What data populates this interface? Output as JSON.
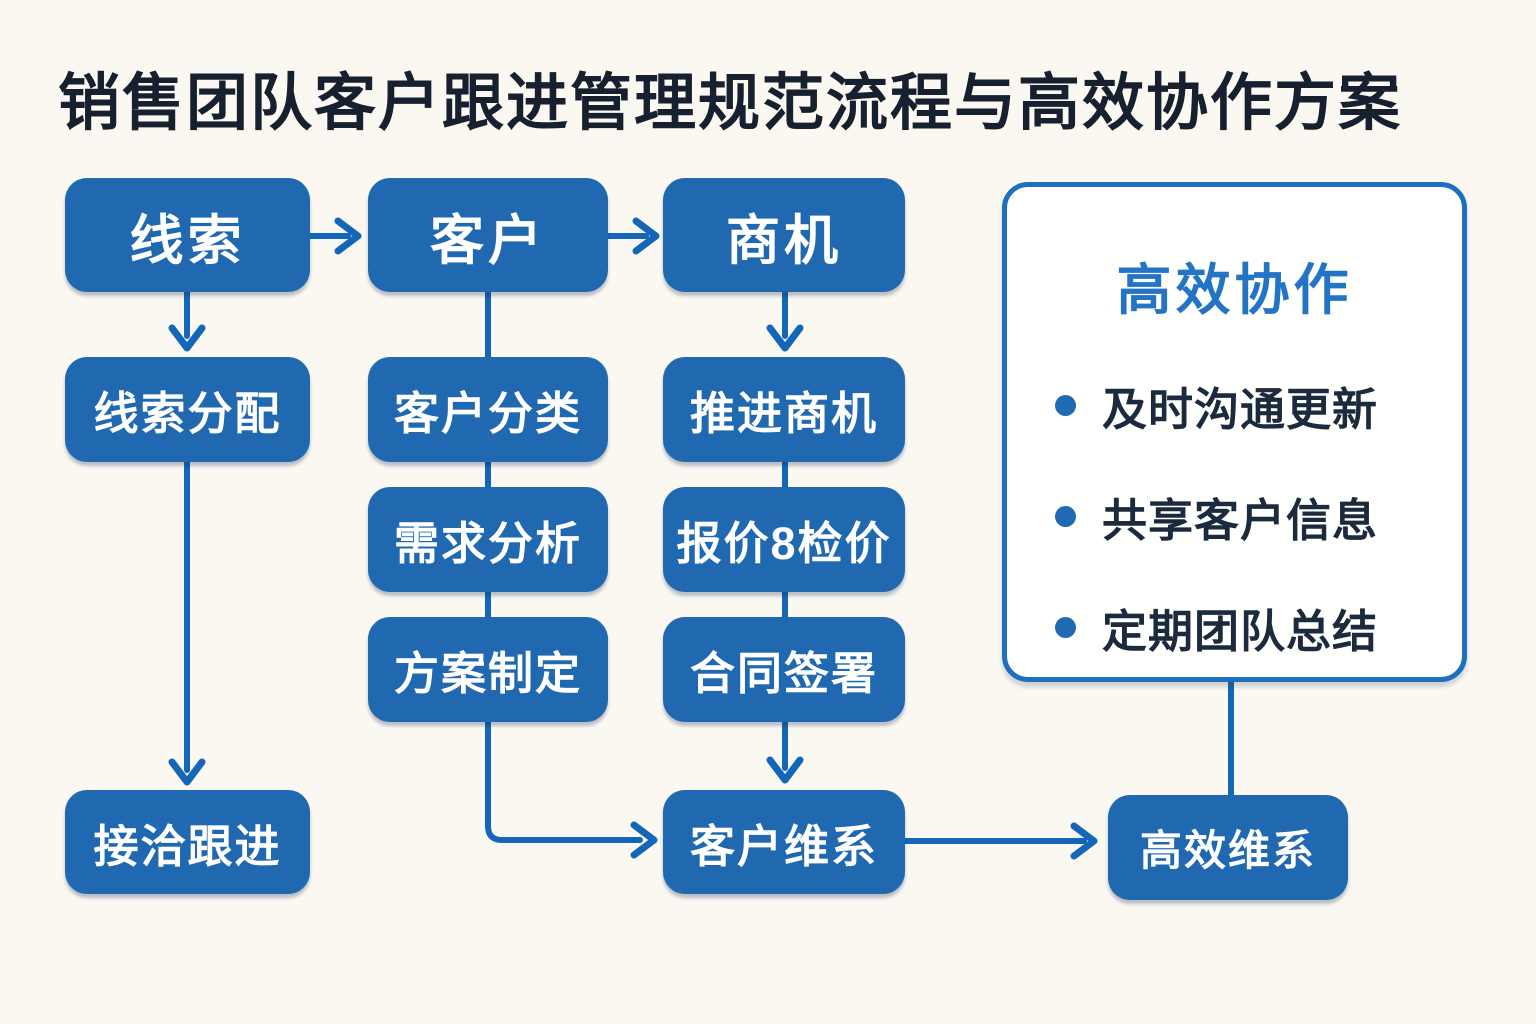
{
  "title": "销售团队客户跟进管理规范流程与高效协作方案",
  "nodes": {
    "lead": {
      "label": "线索"
    },
    "customer": {
      "label": "客户"
    },
    "opportunity": {
      "label": "商机"
    },
    "lead_assignment": {
      "label": "线索分配"
    },
    "customer_classification": {
      "label": "客户分类"
    },
    "opportunity_advance": {
      "label": "推进商机"
    },
    "demand_analysis": {
      "label": "需求分析"
    },
    "quotation_pricing": {
      "label": "报价8检价"
    },
    "plan_formulation": {
      "label": "方案制定"
    },
    "contract_signing": {
      "label": "合同签署"
    },
    "contact_followup": {
      "label": "接洽跟进"
    },
    "customer_maintenance": {
      "label": "客户维系"
    },
    "efficient_maintenance": {
      "label": "高效维系"
    }
  },
  "panel": {
    "title": "高效协作",
    "bullets": [
      "及时沟通更新",
      "共享客户信息",
      "定期团队总结"
    ]
  },
  "colors": {
    "background": "#fbf8f2",
    "node_fill": "#2069b1",
    "connector": "#1467b8",
    "node_text": "#ffffff",
    "title_text": "#16202f",
    "panel_title": "#2374c5",
    "panel_border": "#1e6fbe",
    "bullet_text": "#1b2a3d"
  }
}
